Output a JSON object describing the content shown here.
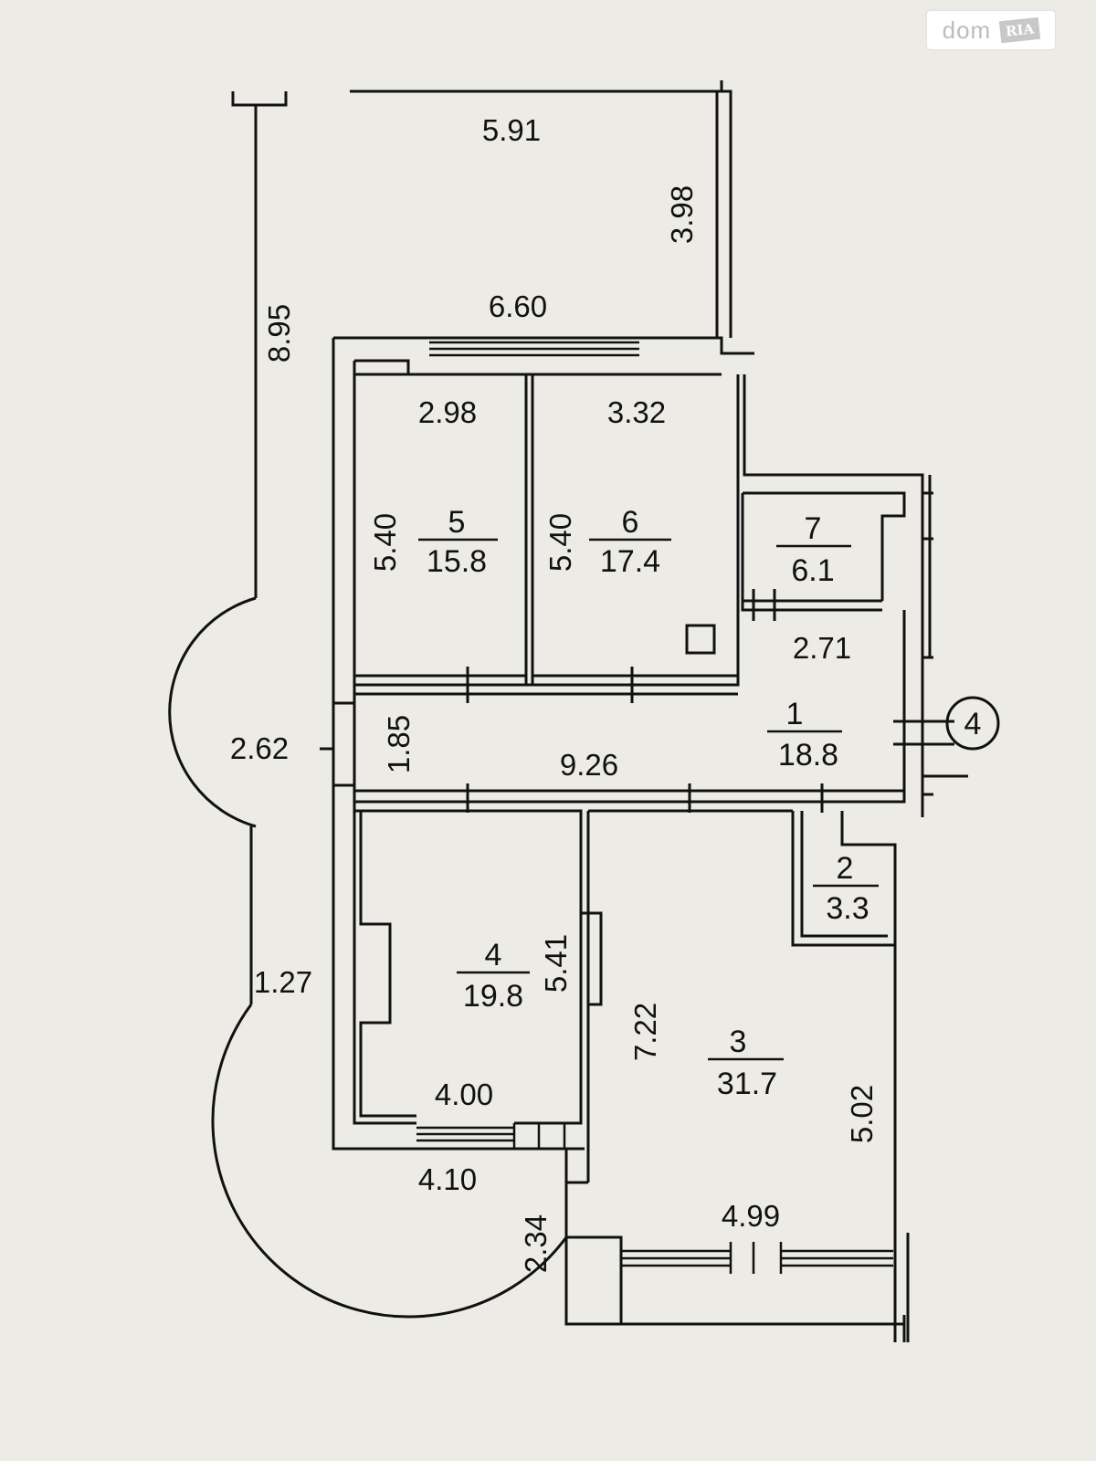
{
  "watermark": {
    "brand": "dom",
    "badge": "RIA"
  },
  "plan": {
    "outer_dims": {
      "balcony_top_width": "5.91",
      "balcony_depth": "3.98",
      "rooms_5_6_top_width": "6.60",
      "left_bay_height": "8.95",
      "bay_offset_left": "2.62",
      "bay_offset_lower": "1.27",
      "bottom_left_width": "4.10",
      "bottom_step": "2.34"
    },
    "rooms": {
      "r5": {
        "num": "5",
        "area": "15.8",
        "width": "2.98",
        "length": "5.40"
      },
      "r6": {
        "num": "6",
        "area": "17.4",
        "width": "3.32",
        "length": "5.40"
      },
      "r7": {
        "num": "7",
        "area": "6.1"
      },
      "r1": {
        "num": "1",
        "area": "18.8",
        "length": "9.26",
        "width": "1.85",
        "side": "2.71"
      },
      "r2": {
        "num": "2",
        "area": "3.3"
      },
      "r4": {
        "num": "4",
        "area": "19.8",
        "length": "5.41",
        "width": "4.00"
      },
      "r3": {
        "num": "3",
        "area": "31.7",
        "length": "7.22",
        "width": "4.99",
        "right": "5.02"
      }
    },
    "entrance_marker": "4"
  }
}
